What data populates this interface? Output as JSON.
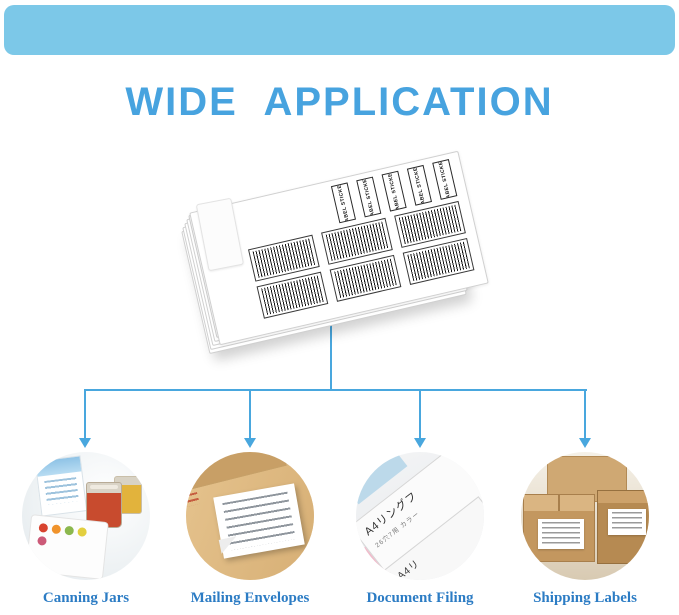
{
  "title": "WIDE APPLICATION",
  "colors": {
    "header_bar": "#7cc8e8",
    "title_text": "#47a3df",
    "connector": "#49a7de",
    "caption_text": "#2c7cc4",
    "kraft_envelope": "#d4ab70",
    "cardboard_box": "#c3975f"
  },
  "product": {
    "sticker_text": "LABEL STICKER"
  },
  "applications": [
    {
      "caption": "Canning Jars"
    },
    {
      "caption": "Mailing Envelopes"
    },
    {
      "caption": "Document Filing",
      "binder_labels": {
        "title": "A4リングフ",
        "subtitle": "26穴7用  カラー",
        "side": "A4リ"
      }
    },
    {
      "caption": "Shipping Labels"
    }
  ]
}
